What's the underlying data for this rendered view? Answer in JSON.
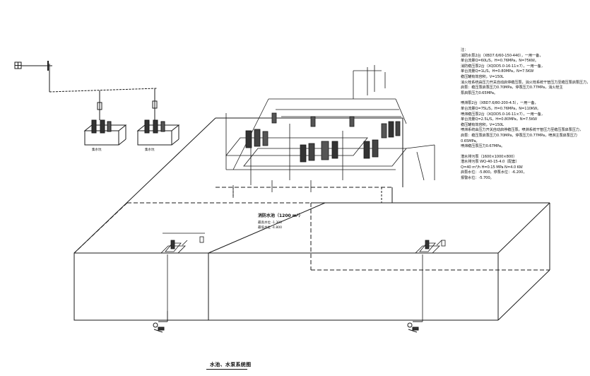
{
  "drawing": {
    "title": "水池、水泵系统图",
    "tank_label": "消防水池（1200 m³）",
    "tank_levels": [
      "最高水位 -1.300",
      "最低水位 -4.800"
    ],
    "small_pit_labels": [
      "集水坑",
      "集水坑"
    ]
  },
  "notes": {
    "heading": "注：",
    "lines": [
      "消防水泵2台（XBD7.6/60-150-440），一用一备，",
      "单台流量Q=60L/S，H=0.76MPa，N=75KW。",
      "消防稳压泵2台（XQDD5.0-16-11×7），一用一备，",
      "单台流量Q=1L/S，H=0.80MPa，N=7.5KW",
      "稳压罐有效容积，V=150L",
      "消火栓系统由压力开关自动启停稳压泵，消火栓系统干管压力至稳压泵启泵压力，",
      "启泵：稳压泵启泵压力0.70MPa，停泵压力0.77MPa，消火栓主",
      "泵启泵压力0.65MPa。",
      "",
      "喷淋泵2台（XBD7.6/80-200-4.5），一用一备，",
      "单台流量Q=75L/S，H=0.76MPa，N=110KW。",
      "喷淋稳压泵2台（XQDD5.0-16-11×7），一用一备，",
      "单台流量Q=2.5L/S，H=0.80MPa，N=7.5KW",
      "稳压罐有效容积，V=150L",
      "喷淋系统由压力开关自动启停稳压泵，喷淋系统干管压力至稳压泵启泵压力，",
      "启泵：稳压泵启泵压力0.70MPa，停泵压力0.77MPa，喷淋主泵启泵压力",
      "0.65MPa。",
      "喷淋稳压泵压力0.67MPa。",
      "",
      "潜水排污泵（1600×1000×800）",
      "潜水排污泵 WQ-40-15-4.0（配套）",
      "Q=40 m³/h  H=0.15 MPa  N=4.0 KW",
      "启泵水位：-5.800，停泵水位：-6.200，",
      "报警水位：-5.700。"
    ]
  },
  "colors": {
    "line": "#1a1a1a",
    "paper": "#ffffff"
  },
  "icons": {
    "grid_symbol": "grid-icon"
  }
}
